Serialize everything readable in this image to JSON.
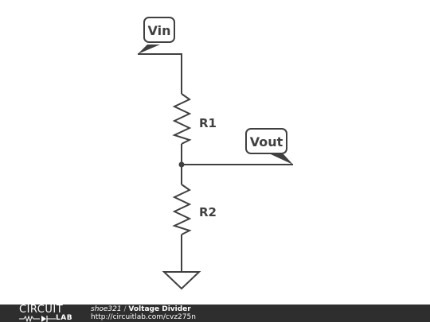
{
  "schematic": {
    "vin_label": "Vin",
    "vout_label": "Vout",
    "r1_label": "R1",
    "r2_label": "R2"
  },
  "footer": {
    "logo_top": "CIRCUIT",
    "logo_bottom": "LAB",
    "author": "shoe321",
    "separator": "/",
    "title": "Voltage Divider",
    "url": "http://circuitlab.com/cvz275n"
  },
  "colors": {
    "wire": "#404040",
    "footer_bg": "#2e2e2e"
  }
}
